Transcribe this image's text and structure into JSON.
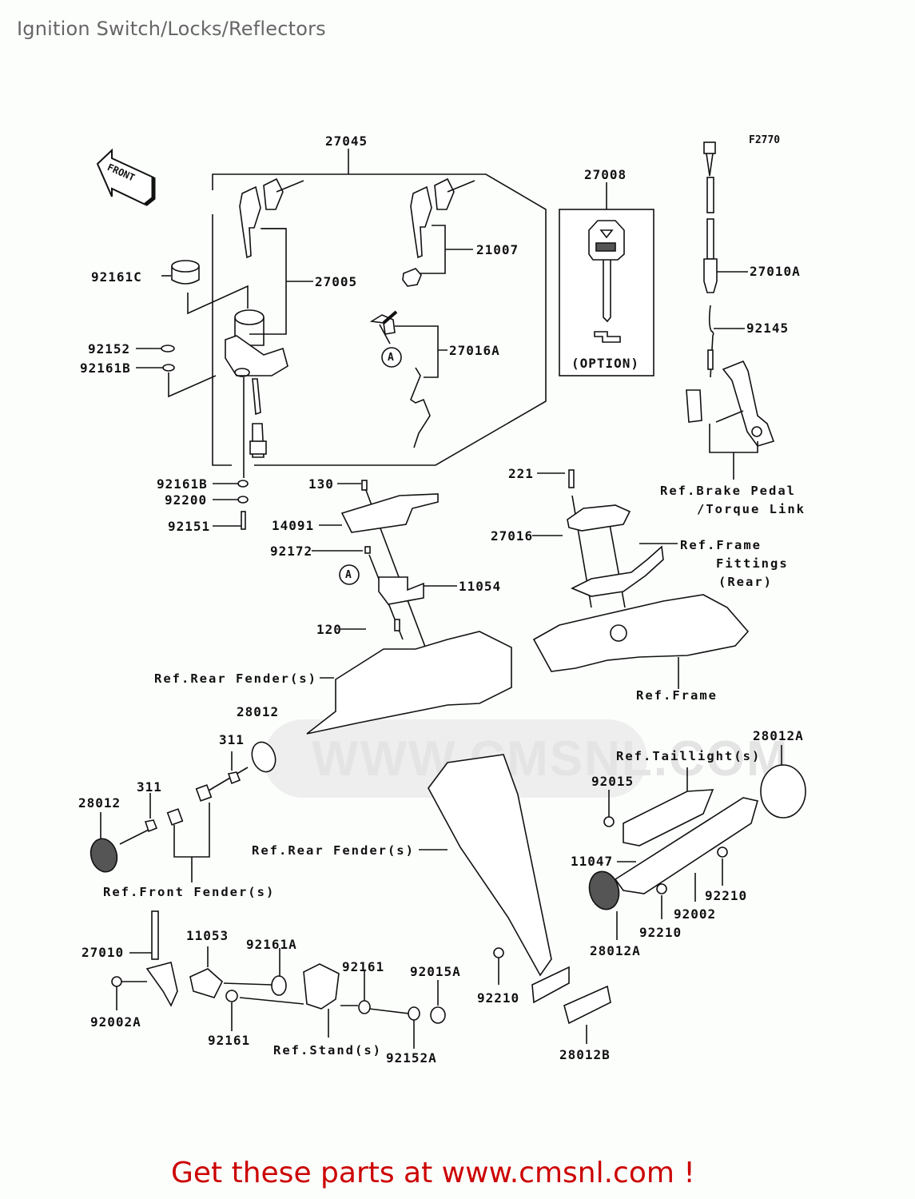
{
  "page": {
    "title": "Ignition Switch/Locks/Reflectors",
    "figure_number": "F2770",
    "promo_text": "Get these parts at www.cmsnl.com !",
    "watermark_text": "WWW.CMSNL.COM",
    "front_arrow_label": "FRONT",
    "colors": {
      "title": "#666666",
      "promo": "#cc0000",
      "ink": "#111111"
    }
  },
  "callouts": {
    "p27045": "27045",
    "p27005": "27005",
    "p21007": "21007",
    "p92161C": "92161C",
    "p92152": "92152",
    "p92161B_top": "92161B",
    "p27016A": "27016A",
    "circleA_top": "A",
    "p27008": "27008",
    "option": "(OPTION)",
    "p27010A": "27010A",
    "p92145": "92145",
    "ref_brake_1": "Ref.Brake Pedal",
    "ref_brake_2": "/Torque Link",
    "p92161B_mid": "92161B",
    "p92200": "92200",
    "p92151": "92151",
    "p130": "130",
    "p14091": "14091",
    "p92172": "92172",
    "circleA_mid": "A",
    "p11054": "11054",
    "p120": "120",
    "p221": "221",
    "p27016": "27016",
    "ref_frame_fit_1": "Ref.Frame",
    "ref_frame_fit_2": "Fittings",
    "ref_frame_fit_3": "(Rear)",
    "ref_rear_fender_top": "Ref.Rear Fender(s)",
    "ref_frame": "Ref.Frame",
    "p28012_top": "28012",
    "p311_top": "311",
    "p311_left": "311",
    "p28012_left": "28012",
    "ref_front_fender": "Ref.Front Fender(s)",
    "ref_rear_fender_mid": "Ref.Rear Fender(s)",
    "p28012A_top": "28012A",
    "ref_taillight": "Ref.Taillight(s)",
    "p92015": "92015",
    "p11047": "11047",
    "p92210_right": "92210",
    "p92002": "92002",
    "p92210_mid": "92210",
    "p28012A_bottom": "28012A",
    "p27010": "27010",
    "p11053": "11053",
    "p92161A": "92161A",
    "p92161_right": "92161",
    "p92015A": "92015A",
    "p92002A": "92002A",
    "p92161_bottom": "92161",
    "ref_stand": "Ref.Stand(s)",
    "p92152A": "92152A",
    "p92210_bottom": "92210",
    "p28012B": "28012B"
  }
}
